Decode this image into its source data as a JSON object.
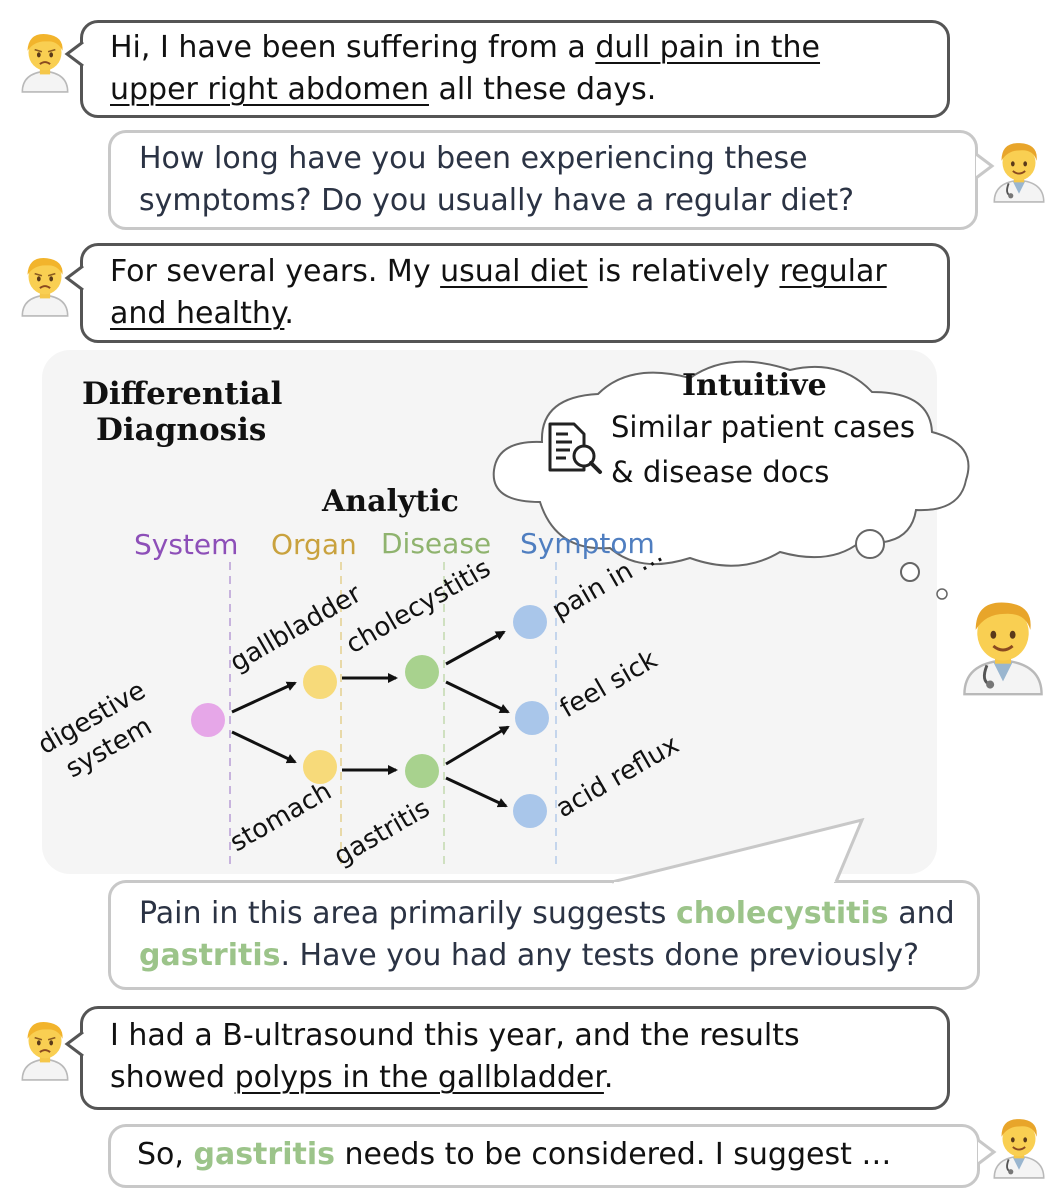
{
  "messages": {
    "m1": {
      "speaker": "patient",
      "pre": "Hi, I have been suffering from a ",
      "u1": "dull pain in the",
      "u2": "upper right abdomen",
      "post": " all these days."
    },
    "m2": {
      "speaker": "doctor",
      "line1": "How long have you been experiencing these",
      "line2": "symptoms? Do you usually have a regular diet?"
    },
    "m3": {
      "speaker": "patient",
      "pre": "For several years. My ",
      "u1": "usual diet",
      "mid": " is relatively ",
      "u2": "regular",
      "u3": "and healthy",
      "post": "."
    },
    "m4": {
      "speaker": "doctor",
      "pre": "Pain in this area primarily suggests ",
      "g1": "cholecystitis",
      "mid": " and",
      "g2": "gastritis",
      "post": ". Have you had any tests done previously?"
    },
    "m5": {
      "speaker": "patient",
      "line1": "I had a B-ultrasound this year, and the results",
      "pre2": "showed ",
      "u1": "polyps in the gallbladder",
      "post": "."
    },
    "m6": {
      "speaker": "doctor",
      "pre": "So, ",
      "g1": "gastritis",
      "post": " needs to be considered. I suggest …"
    }
  },
  "panel": {
    "title_line1": "Differential",
    "title_line2": "Diagnosis",
    "intuitive": {
      "title": "Intuitive",
      "line1": "Similar patient cases",
      "line2": "& disease docs"
    },
    "analytic": {
      "title": "Analytic",
      "columns": [
        {
          "label": "System",
          "color": "#8d4fb8"
        },
        {
          "label": "Organ",
          "color": "#c9a23e"
        },
        {
          "label": "Disease",
          "color": "#8fb36e"
        },
        {
          "label": "Symptom",
          "color": "#4f7ec0"
        }
      ],
      "nodes": {
        "system": "digestive system",
        "system_l1": "digestive",
        "system_l2": "system",
        "organ1": "gallbladder",
        "organ2": "stomach",
        "disease1": "cholecystitis",
        "disease2": "gastritis",
        "symptom1": "pain in …",
        "symptom2": "feel sick",
        "symptom3": "acid reflux"
      },
      "node_colors": {
        "system": "#e6a7e8",
        "organ": "#f7da7a",
        "disease": "#a8d28e",
        "symptom": "#a9c6ea"
      }
    }
  }
}
